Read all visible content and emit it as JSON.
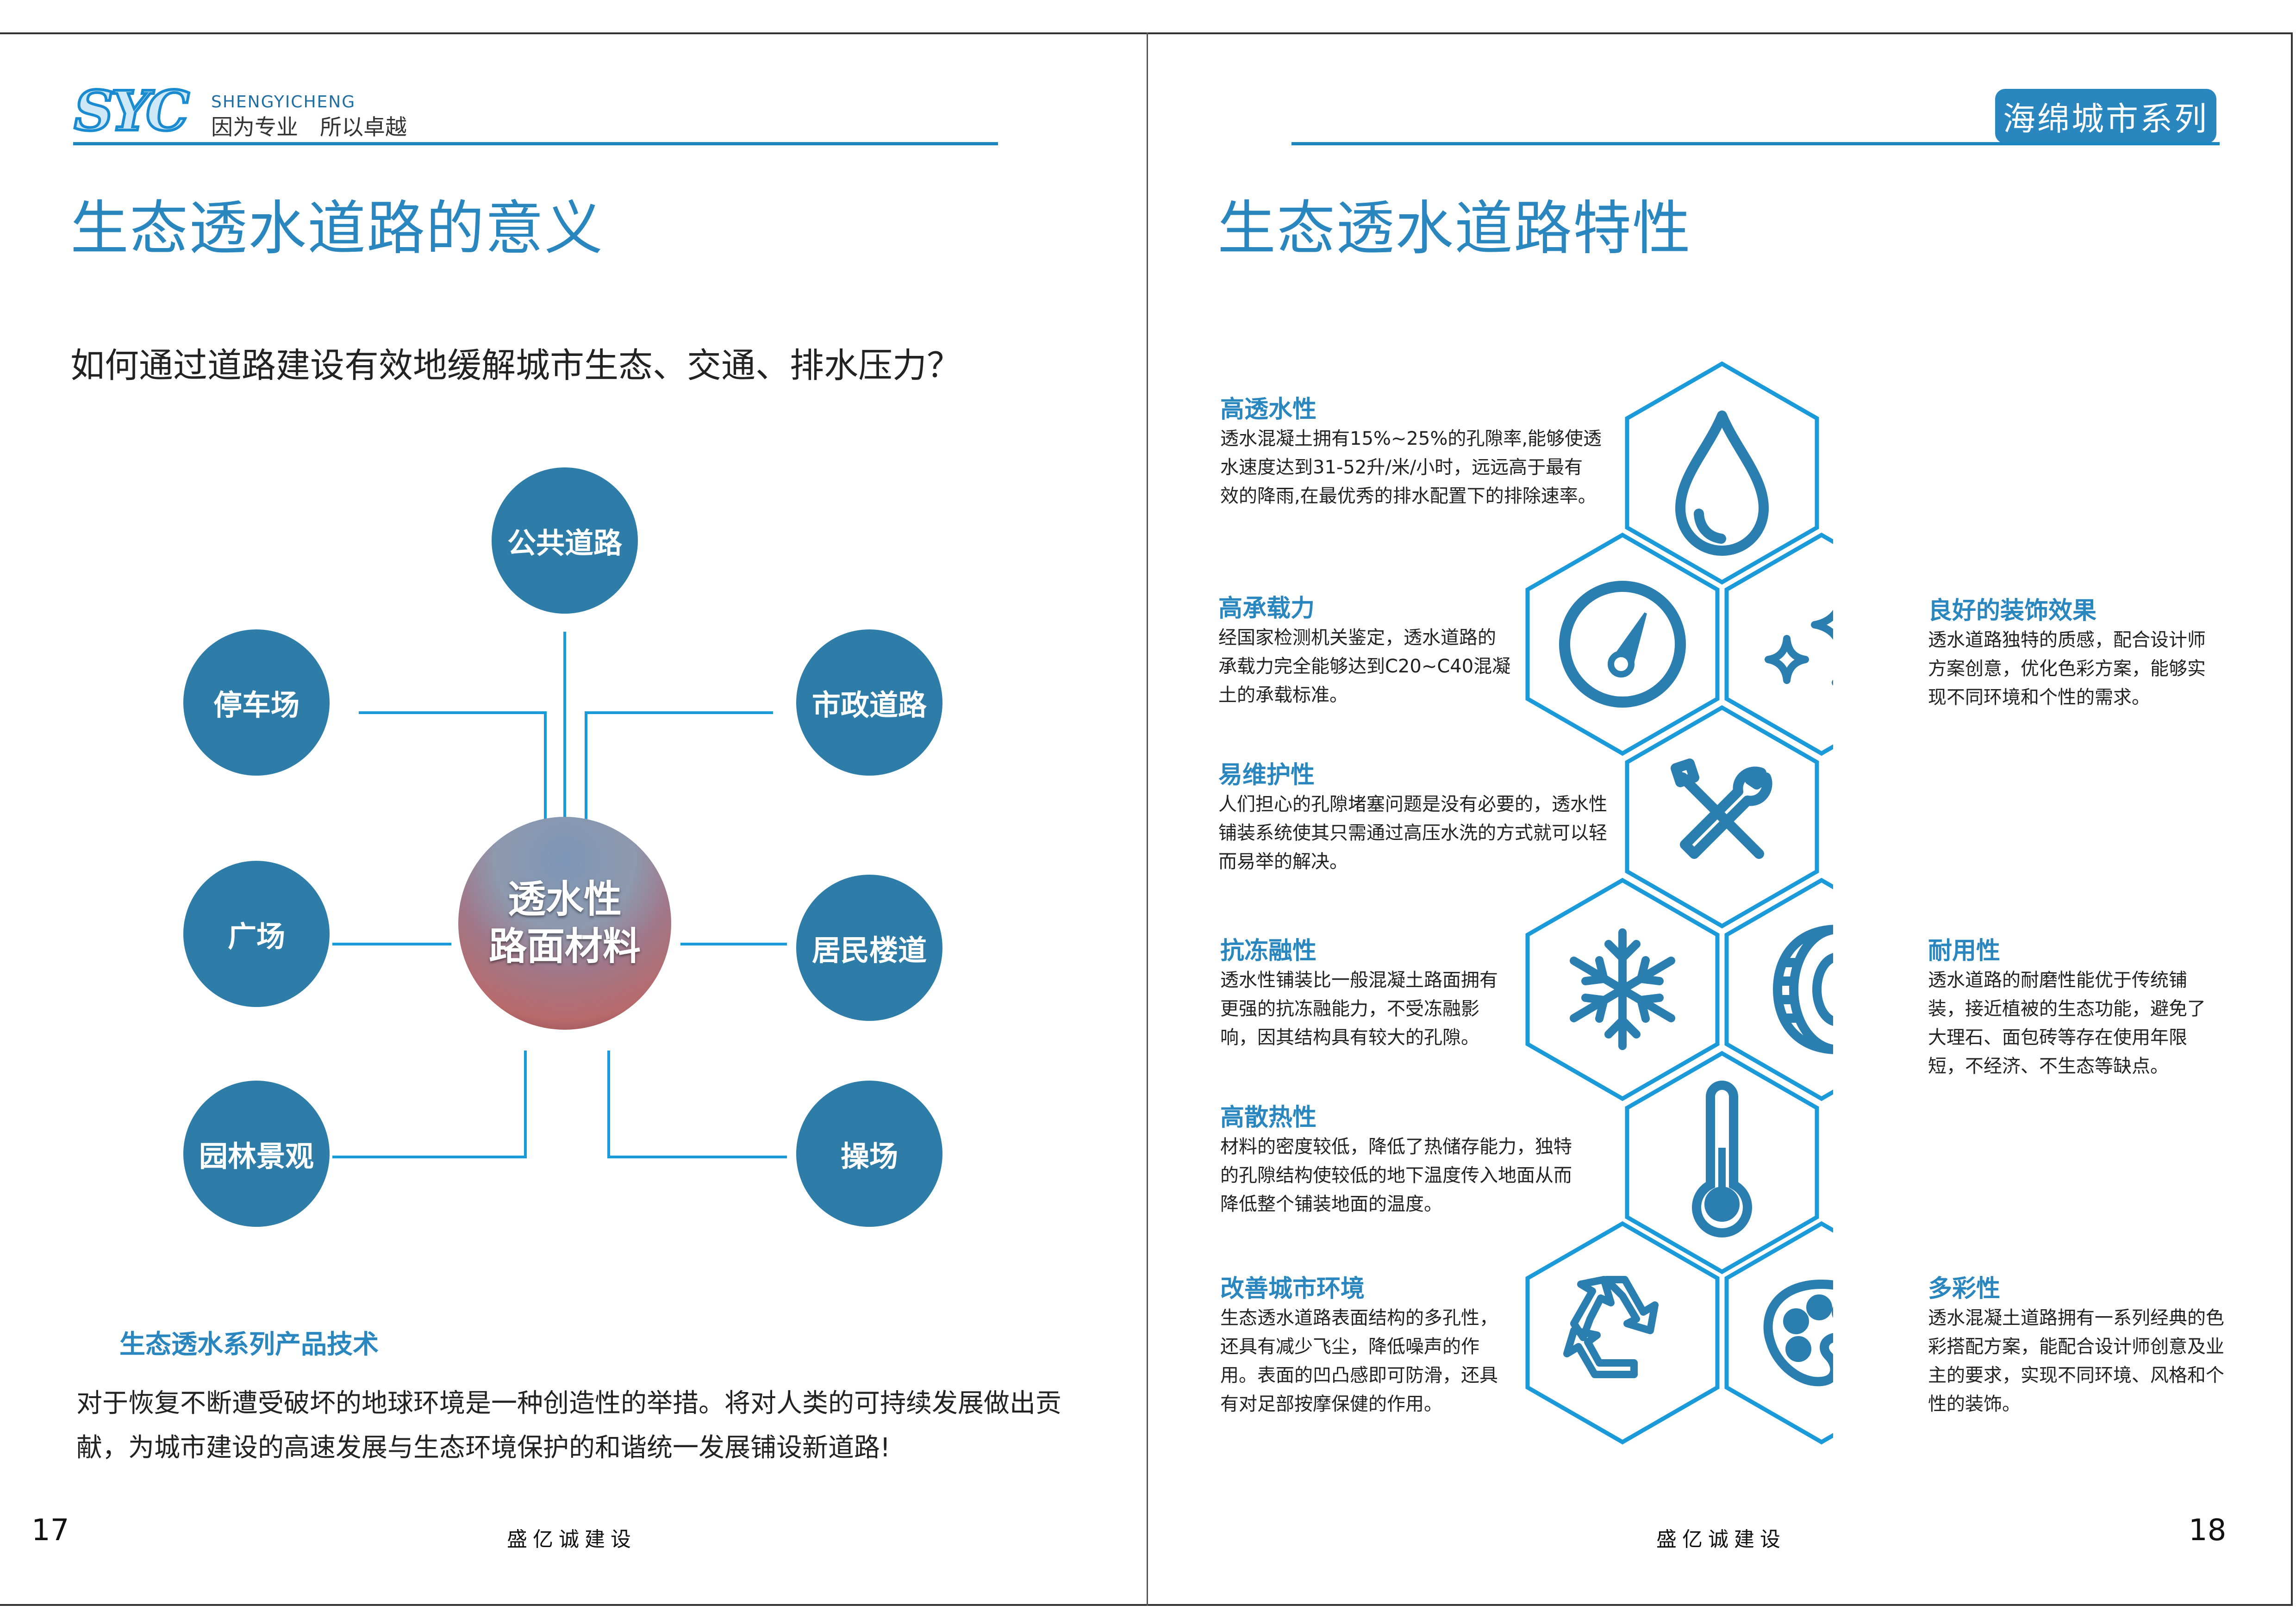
{
  "header": {
    "logo_text": "SYC",
    "brand": "SHENGYICHENG",
    "slogan": "因为专业　所以卓越",
    "series_badge": "海绵城市系列"
  },
  "left": {
    "title": "生态透水道路的意义",
    "question": "如何通过道路建设有效地缓解城市生态、交通、排水压力？",
    "hub": {
      "line1": "透水性",
      "line2": "路面材料"
    },
    "nodes": [
      {
        "label": "公共道路"
      },
      {
        "label": "停车场"
      },
      {
        "label": "市政道路"
      },
      {
        "label": "广场"
      },
      {
        "label": "居民楼道"
      },
      {
        "label": "园林景观"
      },
      {
        "label": "操场"
      }
    ],
    "subheading": "生态透水系列产品技术",
    "paragraph": [
      "对于恢复不断遭受破坏的地球环境是一种创造性的举措。将对人类的可持续发展做出贡",
      "献，为城市建设的高速发展与生态环境保护的和谐统一发展铺设新道路!"
    ],
    "page_number": "17",
    "footer": "盛亿诚建设"
  },
  "right": {
    "title": "生态透水道路特性",
    "features": [
      {
        "title": "高透水性",
        "lines": [
          "透水混凝土拥有15%~25%的孔隙率,能够使透",
          "水速度达到31-52升/米/小时，远远高于最有",
          "效的降雨,在最优秀的排水配置下的排除速率。"
        ]
      },
      {
        "title": "高承载力",
        "lines": [
          "经国家检测机关鉴定，透水道路的",
          "承载力完全能够达到C20~C40混凝",
          "土的承载标准。"
        ]
      },
      {
        "title": "良好的装饰效果",
        "lines": [
          "透水道路独特的质感，配合设计师",
          "方案创意，优化色彩方案，能够实",
          "现不同环境和个性的需求。"
        ]
      },
      {
        "title": "易维护性",
        "lines": [
          "人们担心的孔隙堵塞问题是没有必要的，透水性",
          "铺装系统使其只需通过高压水洗的方式就可以轻",
          "而易举的解决。"
        ]
      },
      {
        "title": "抗冻融性",
        "lines": [
          "透水性铺装比一般混凝土路面拥有",
          "更强的抗冻融能力，不受冻融影",
          "响，因其结构具有较大的孔隙。"
        ]
      },
      {
        "title": "耐用性",
        "lines": [
          "透水道路的耐磨性能优于传统铺",
          "装，接近植被的生态功能，避免了",
          "大理石、面包砖等存在使用年限",
          "短，不经济、不生态等缺点。"
        ]
      },
      {
        "title": "高散热性",
        "lines": [
          "材料的密度较低，降低了热储存能力，独特",
          "的孔隙结构使较低的地下温度传入地面从而",
          "降低整个铺装地面的温度。"
        ]
      },
      {
        "title": "改善城市环境",
        "lines": [
          "生态透水道路表面结构的多孔性，",
          "还具有减少飞尘，降低噪声的作",
          "用。表面的凹凸感即可防滑，还具",
          "有对足部按摩保健的作用。"
        ]
      },
      {
        "title": "多彩性",
        "lines": [
          "透水混凝土道路拥有一系列经典的色",
          "彩搭配方案，能配合设计师创意及业",
          "主的要求，实现不同环境、风格和个",
          "性的装饰。"
        ]
      }
    ],
    "icons": [
      "water-drop-icon",
      "gauge-icon",
      "sparkle-icon",
      "tools-icon",
      "snowflake-icon",
      "tire-icon",
      "thermometer-icon",
      "recycle-icon",
      "palette-icon"
    ],
    "page_number": "18",
    "footer": "盛亿诚建设"
  },
  "colors": {
    "accent": "#2a86bf",
    "node": "#2e7da8",
    "hex_stroke": "#1a9ad8"
  }
}
